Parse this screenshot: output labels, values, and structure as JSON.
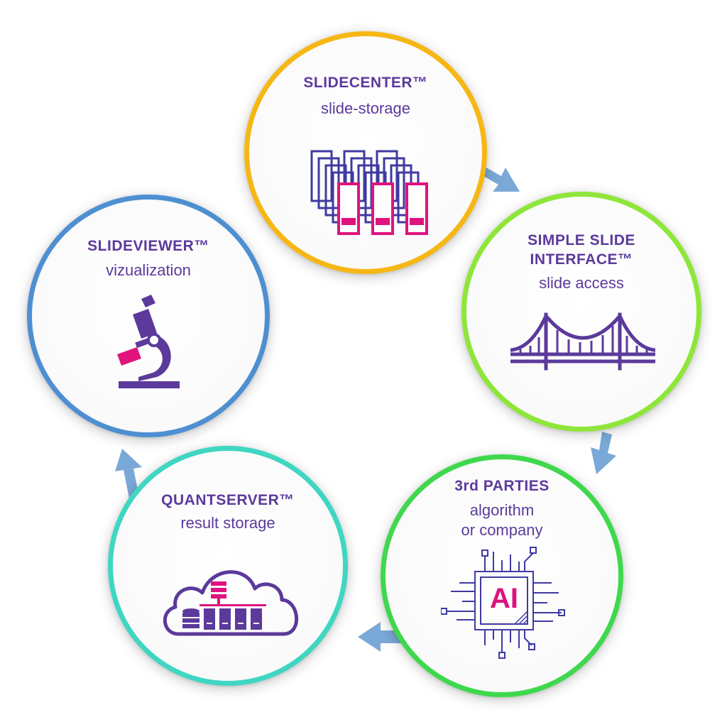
{
  "colors": {
    "text": "#5b3a9b",
    "accent": "#e0137d",
    "slidecenter_ring": "#f6b715",
    "simple_slide_ring": "#8ee63a",
    "third_parties_ring": "#3fd84d",
    "quantserver_ring": "#3fd6c2",
    "slideviewer_ring": "#4e8fd1",
    "arrow": "#7aa9d8"
  },
  "nodes": {
    "slidecenter": {
      "title": "SLIDECENTER™",
      "subtitle": "slide-storage",
      "icon": "slide-stack-icon"
    },
    "simple_slide": {
      "title": "SIMPLE SLIDE\nINTERFACE™",
      "subtitle": "slide access",
      "icon": "bridge-icon"
    },
    "third_parties": {
      "title": "3rd PARTIES",
      "subtitle": "algorithm\nor company",
      "icon": "ai-chip-icon",
      "icon_text": "AI"
    },
    "quantserver": {
      "title": "QUANTSERVER™",
      "subtitle": "result storage",
      "icon": "cloud-server-icon"
    },
    "slideviewer": {
      "title": "SLIDEVIEWER™",
      "subtitle": "vizualization",
      "icon": "microscope-icon"
    }
  }
}
